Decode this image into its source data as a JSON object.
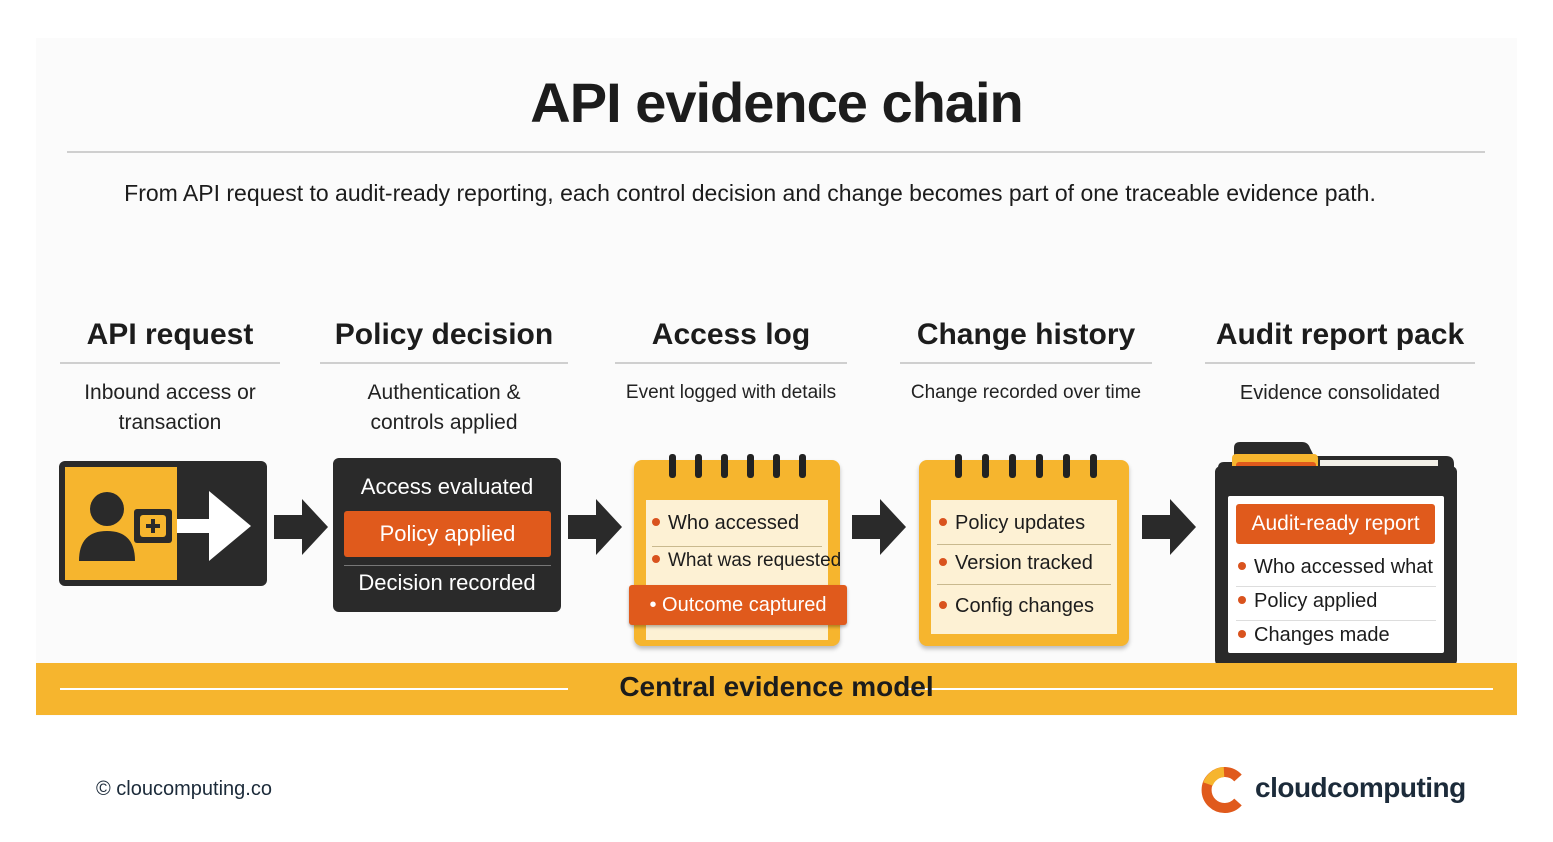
{
  "title": "API evidence chain",
  "subtitle": "From API request to audit-ready reporting, each control decision and change becomes part of one traceable evidence path.",
  "steps": [
    {
      "title": "API request",
      "desc": "Inbound access or transaction"
    },
    {
      "title": "Policy decision",
      "desc": "Authentication & controls applied"
    },
    {
      "title": "Access log",
      "desc": "Event logged with details"
    },
    {
      "title": "Change history",
      "desc": "Change recorded over time"
    },
    {
      "title": "Audit report pack",
      "desc": "Evidence consolidated"
    }
  ],
  "policy_card": {
    "line1": "Access evaluated",
    "line2": "Policy applied",
    "line3": "Decision recorded"
  },
  "access_log_card": {
    "items": [
      "Who accessed",
      "What was requested"
    ],
    "highlight": "• Outcome captured"
  },
  "change_card": {
    "items": [
      "Policy updates",
      "Version tracked",
      "Config changes"
    ]
  },
  "audit_card": {
    "header": "Audit-ready report",
    "items": [
      "Who accessed what",
      "Policy applied",
      "Changes made"
    ]
  },
  "band_label": "Central evidence model",
  "footer": {
    "copyright": "© cloucomputing.co",
    "brand": "cloudcomputing"
  },
  "colors": {
    "accent_yellow": "#f6b52e",
    "accent_orange": "#e05a1c",
    "dark": "#2a2a2a"
  }
}
